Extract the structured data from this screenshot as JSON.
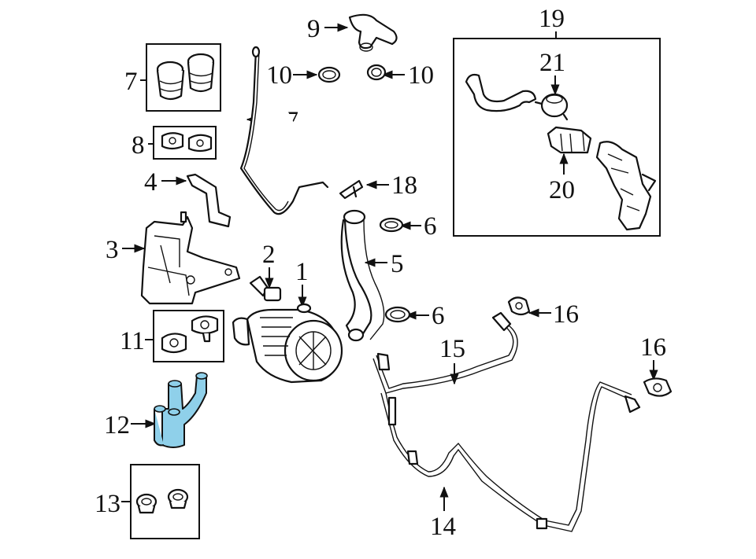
{
  "diagram": {
    "callouts": [
      {
        "id": "c1",
        "label": "1"
      },
      {
        "id": "c2",
        "label": "2"
      },
      {
        "id": "c3",
        "label": "3"
      },
      {
        "id": "c4",
        "label": "4"
      },
      {
        "id": "c5",
        "label": "5"
      },
      {
        "id": "c6a",
        "label": "6"
      },
      {
        "id": "c6b",
        "label": "6"
      },
      {
        "id": "c7",
        "label": "7"
      },
      {
        "id": "c8",
        "label": "8"
      },
      {
        "id": "c9",
        "label": "9"
      },
      {
        "id": "c10a",
        "label": "10"
      },
      {
        "id": "c10b",
        "label": "10"
      },
      {
        "id": "c11",
        "label": "11"
      },
      {
        "id": "c12",
        "label": "12"
      },
      {
        "id": "c13",
        "label": "13"
      },
      {
        "id": "c14",
        "label": "14"
      },
      {
        "id": "c15",
        "label": "15"
      },
      {
        "id": "c16a",
        "label": "16"
      },
      {
        "id": "c16b",
        "label": "16"
      },
      {
        "id": "c17",
        "label": "17"
      },
      {
        "id": "c18",
        "label": "18"
      },
      {
        "id": "c19",
        "label": "19"
      },
      {
        "id": "c20",
        "label": "20"
      },
      {
        "id": "c21",
        "label": "21"
      }
    ],
    "highlight_color": "#8fd0ea",
    "line_color": "#111111"
  }
}
